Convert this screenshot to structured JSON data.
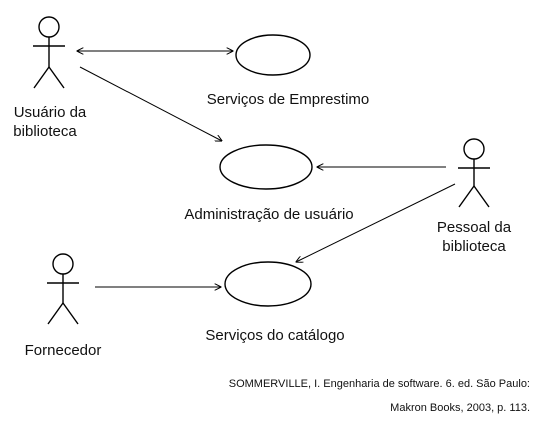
{
  "actors": {
    "usuario": [
      "Usuário da",
      "biblioteca"
    ],
    "pessoal": [
      "Pessoal da",
      "biblioteca"
    ],
    "fornecedor": [
      "Fornecedor"
    ]
  },
  "use_cases": {
    "emprestimo": "Serviços de Emprestimo",
    "administracao": "Administração de usuário",
    "catalogo": "Serviços do catálogo"
  },
  "citation": {
    "line1": "SOMMERVILLE, I. Engenharia de software. 6. ed. São Paulo:",
    "line2": "Makron Books, 2003, p. 113."
  }
}
